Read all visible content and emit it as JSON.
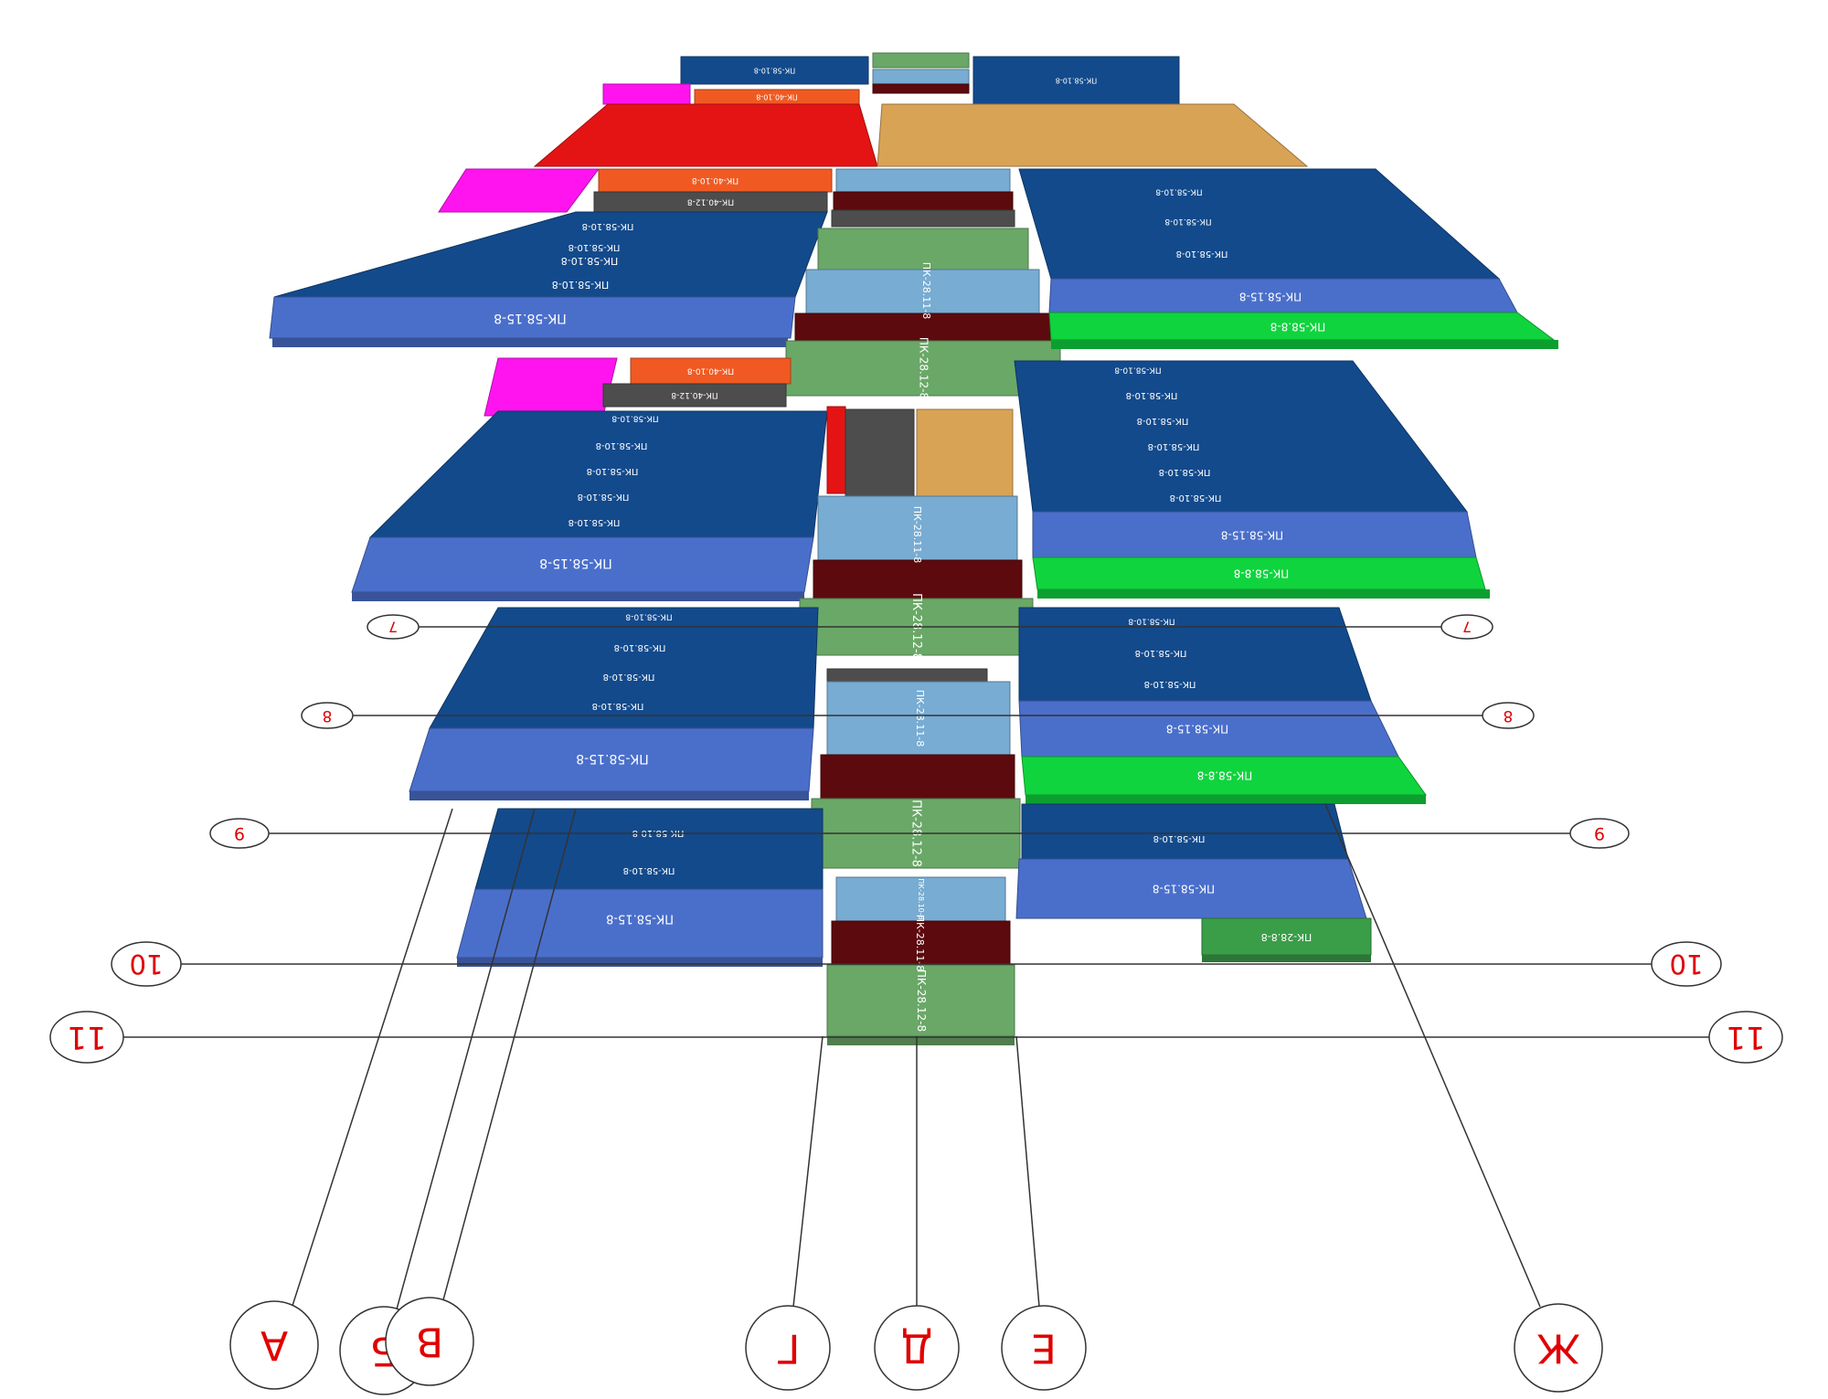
{
  "colors": {
    "slab_dark_blue": "#134a8c",
    "slab_mid_blue": "#4a6fcb",
    "slab_green_bright": "#10d43e",
    "slab_green_dark": "#3a9d48",
    "slab_sage": "#6aa867",
    "slab_light_blue": "#78acd2",
    "slab_maroon": "#5c0a0d",
    "slab_red": "#e41414",
    "slab_orange": "#f05a22",
    "slab_magenta": "#ff14f0",
    "slab_tan": "#d9a356",
    "slab_dark_gray": "#4d4d4d",
    "axis_marker": "#e00000",
    "line": "#333333"
  },
  "slab_labels": {
    "pk58_10_8": "ПК-58.10-8",
    "pk58_15_8": "ПК-58.15-8",
    "pk58_8_8": "ПК-58.8-8",
    "pk40_10_8": "ПК-40.10-8",
    "pk40_12_8": "ПК-40.12-8",
    "pk28_11_8": "ПК-28.11-8",
    "pk28_12_8": "ПК-28.12-8",
    "pk28_10_8": "ПК-28.10-8",
    "pk28_8_8": "ПК-28.8-8"
  },
  "row_axes": [
    {
      "label": "7"
    },
    {
      "label": "8"
    },
    {
      "label": "9"
    },
    {
      "label": "10"
    },
    {
      "label": "11"
    }
  ],
  "column_axes": [
    {
      "label": "А"
    },
    {
      "label": "Б"
    },
    {
      "label": "В"
    },
    {
      "label": "Г"
    },
    {
      "label": "Д"
    },
    {
      "label": "Е"
    },
    {
      "label": "Ж"
    }
  ]
}
